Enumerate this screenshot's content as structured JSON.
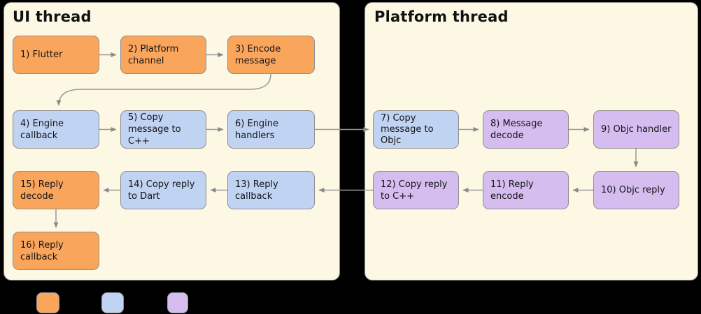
{
  "diagram": {
    "panels": [
      {
        "title": "UI thread"
      },
      {
        "title": "Platform thread"
      }
    ],
    "nodes": [
      {
        "label": "1) Flutter",
        "color": "orange"
      },
      {
        "label": "2) Platform channel",
        "color": "orange"
      },
      {
        "label": "3) Encode message",
        "color": "orange"
      },
      {
        "label": "4) Engine callback",
        "color": "blue"
      },
      {
        "label": "5) Copy message to C++",
        "color": "blue"
      },
      {
        "label": "6) Engine handlers",
        "color": "blue"
      },
      {
        "label": "7) Copy message to Objc",
        "color": "blue"
      },
      {
        "label": "8) Message decode",
        "color": "purple"
      },
      {
        "label": "9) Objc handler",
        "color": "purple"
      },
      {
        "label": "10) Objc reply",
        "color": "purple"
      },
      {
        "label": "11) Reply encode",
        "color": "purple"
      },
      {
        "label": "12) Copy reply to C++",
        "color": "purple"
      },
      {
        "label": "13) Reply callback",
        "color": "blue"
      },
      {
        "label": "14) Copy reply to Dart",
        "color": "blue"
      },
      {
        "label": "15) Reply decode",
        "color": "orange"
      },
      {
        "label": "16) Reply callback",
        "color": "orange"
      }
    ],
    "flow": [
      "1>2",
      "2>3",
      "3>4",
      "4>5",
      "5>6",
      "6>7",
      "7>8",
      "8>9",
      "9>10",
      "10>11",
      "11>12",
      "12>13",
      "13>14",
      "14>15",
      "15>16"
    ],
    "legend_swatch_colors": [
      "orange",
      "blue",
      "purple"
    ]
  },
  "colors": {
    "page_bg": "#000000",
    "panel_bg": "#fcf8e3",
    "panel_border": "#8a8a8a",
    "orange": "#f9a55c",
    "blue": "#c0d3f2",
    "purple": "#d5bdf0",
    "node_border": "#8f8f8f",
    "arrow_line": "#999999",
    "arrow_head": "#8a8a8a",
    "text": "#111111"
  }
}
